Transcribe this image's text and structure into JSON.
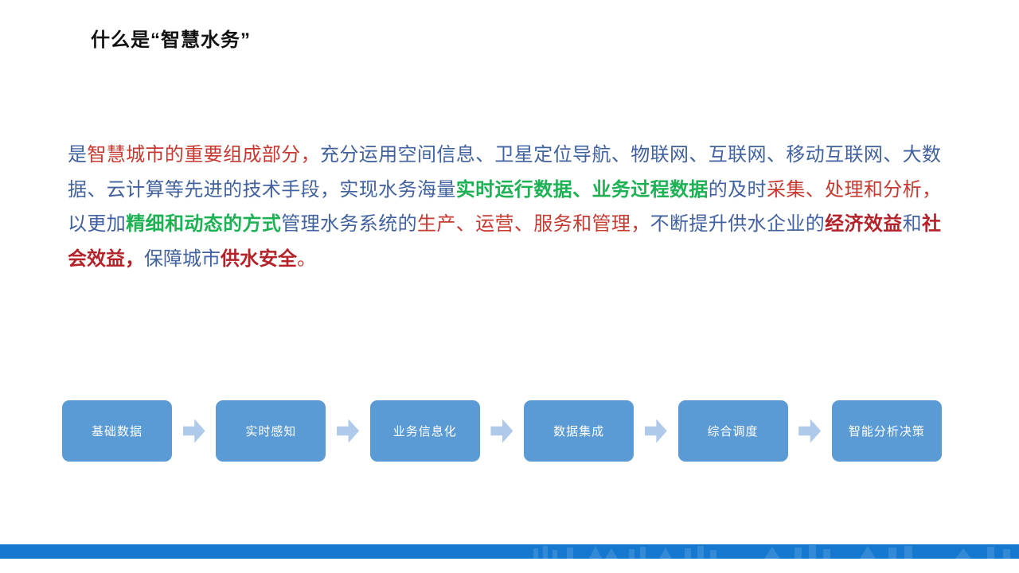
{
  "slide": {
    "title": "什么是“智慧水务”"
  },
  "paragraph": {
    "segments": [
      {
        "text": "是",
        "style": "blue"
      },
      {
        "text": "智慧城市的重要组成部分，",
        "style": "red"
      },
      {
        "text": "充分运用空间信息、卫星定位导航、物联网、互联网、移动互联网、大数据、云计算等先进的技术手段，实现水务海量",
        "style": "blue"
      },
      {
        "text": "实时运行数据、业务过程数据",
        "style": "green"
      },
      {
        "text": "的及时",
        "style": "blue"
      },
      {
        "text": "采集、处理和分析，",
        "style": "red"
      },
      {
        "text": "以更加",
        "style": "blue"
      },
      {
        "text": "精细和动态的方式",
        "style": "green"
      },
      {
        "text": "管理水务系统的",
        "style": "blue"
      },
      {
        "text": "生产、运营、服务和管理，",
        "style": "red"
      },
      {
        "text": "不断提升供水企业的",
        "style": "blue"
      },
      {
        "text": "经济效益",
        "style": "red-bold"
      },
      {
        "text": "和",
        "style": "blue"
      },
      {
        "text": "社会效益，",
        "style": "red-bold"
      },
      {
        "text": "保障城市",
        "style": "blue"
      },
      {
        "text": "供水安全",
        "style": "red-bold"
      },
      {
        "text": "。",
        "style": "red"
      }
    ]
  },
  "flow": {
    "steps": [
      {
        "label": "基础数据"
      },
      {
        "label": "实时感知"
      },
      {
        "label": "业务信息化"
      },
      {
        "label": "数据集成"
      },
      {
        "label": "综合调度"
      },
      {
        "label": "智能分析决策"
      }
    ]
  },
  "icons": {
    "flow_arrow": "right-block-arrow"
  },
  "colors": {
    "text_blue": "#41629F",
    "text_red": "#C63A32",
    "text_red_bold": "#B5232A",
    "text_green": "#1CB254",
    "box_fill": "#5B9BD5",
    "arrow_fill": "#AFC9EA",
    "footer_bar": "#1577CE",
    "footer_deco": "#3E8FD9"
  }
}
